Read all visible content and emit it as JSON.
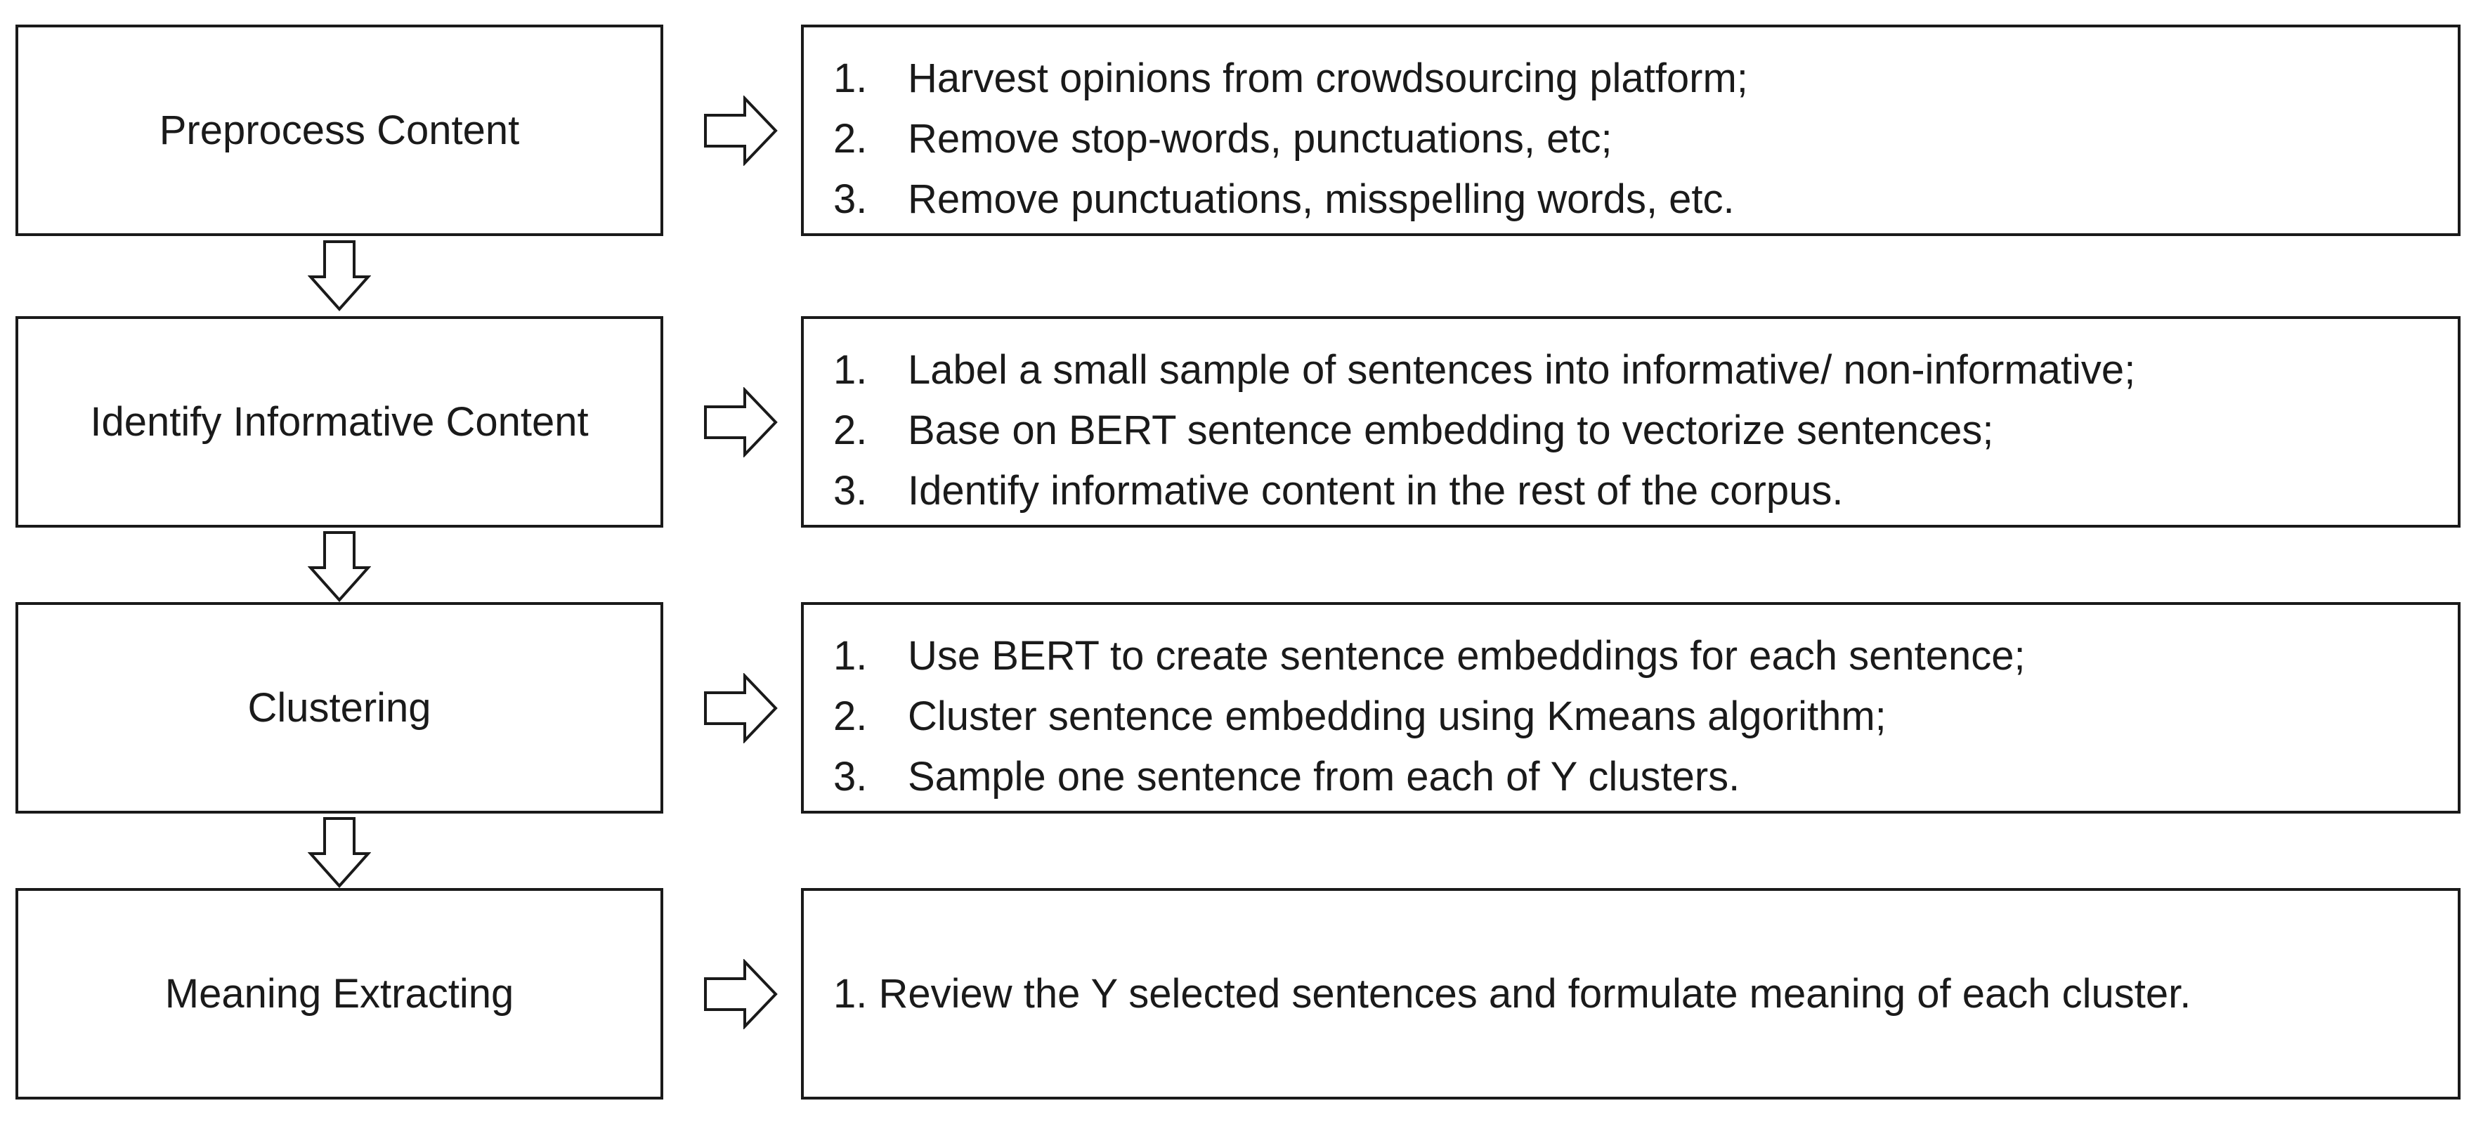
{
  "steps": [
    {
      "title": "Preprocess Content",
      "details": [
        {
          "num": "1.",
          "text": "Harvest opinions from crowdsourcing platform;"
        },
        {
          "num": "2.",
          "text": "Remove stop-words, punctuations, etc;"
        },
        {
          "num": "3.",
          "text": "Remove punctuations, misspelling words, etc."
        }
      ]
    },
    {
      "title": "Identify Informative Content",
      "details": [
        {
          "num": "1.",
          "text": "Label a small sample of sentences into informative/ non-informative;"
        },
        {
          "num": "2.",
          "text": "Base on BERT sentence embedding to vectorize sentences;"
        },
        {
          "num": "3.",
          "text": "Identify informative content in the rest of the corpus."
        }
      ]
    },
    {
      "title": "Clustering",
      "details": [
        {
          "num": "1.",
          "text": "Use BERT to create sentence embeddings for each sentence;"
        },
        {
          "num": "2.",
          "text": "Cluster sentence embedding using Kmeans algorithm;"
        },
        {
          "num": "3.",
          "text": "Sample one sentence from each of Y clusters."
        }
      ]
    },
    {
      "title": "Meaning Extracting",
      "single_detail": "1. Review the Y selected sentences and formulate meaning of each cluster."
    }
  ],
  "colors": {
    "stroke": "#1a1a1a",
    "fill": "#ffffff"
  }
}
